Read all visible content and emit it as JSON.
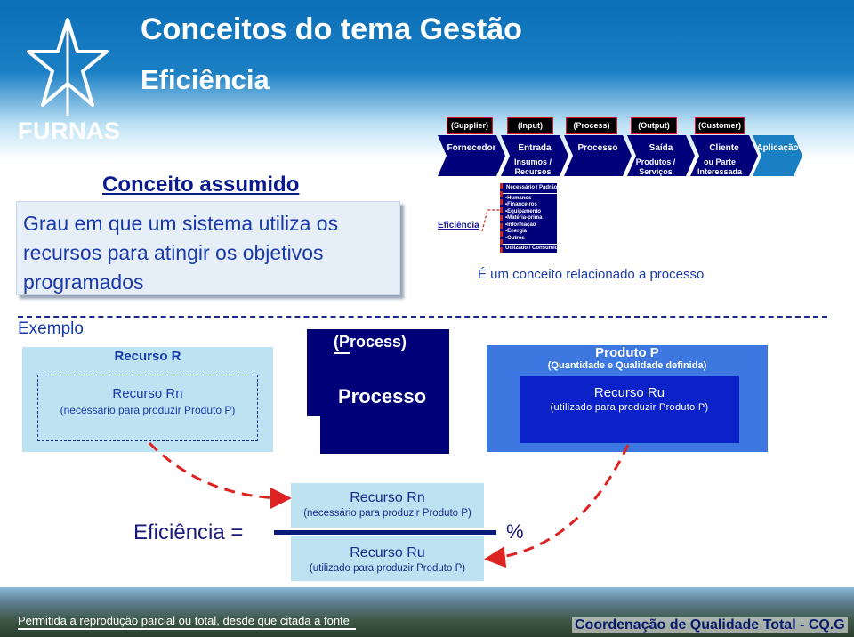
{
  "brand": {
    "logo_text": "FURNAS",
    "logo_icon": "star-icon"
  },
  "title": {
    "line1": "Conceitos do tema Gestão",
    "line2": "Eficiência"
  },
  "concept": {
    "heading": "Conceito assumido",
    "definition_lines": [
      "Grau em que um sistema utiliza os",
      "recursos para atingir os objetivos",
      "programados"
    ]
  },
  "process_flow": {
    "headers": [
      "(Supplier)",
      "(Input)",
      "(Process)",
      "(Output)",
      "(Customer)"
    ],
    "stages": [
      "Fornecedor",
      "Entrada",
      "Processo",
      "Saída",
      "Cliente",
      "Aplicação"
    ],
    "sub_labels": [
      "Insumos / Recursos",
      "Produtos / Serviços",
      "ou Parte Interessada"
    ],
    "efficiency_label": "Eficiência",
    "panel_top": "Necessário / Padrão",
    "panel_items": [
      "•Humanos",
      "•Financeiros",
      "•Equipamento",
      "•Matéria-prima",
      "•Informação",
      "•Energia",
      "•Outros"
    ],
    "panel_bottom": "Utilizado / Consumido",
    "caption": "É um conceito relacionado a processo"
  },
  "example": {
    "label": "Exemplo",
    "resource_r": "Recurso R",
    "resource_rn": {
      "title": "Recurso Rn",
      "subtitle": "(necessário para produzir Produto P)"
    },
    "process_header": "(Process)",
    "process_label": "Processo",
    "product": {
      "title": "Produto P",
      "subtitle": "(Quantidade e Qualidade definida)"
    },
    "resource_ru": {
      "title": "Recurso Ru",
      "subtitle": "(utilizado para produzir Produto P)"
    }
  },
  "formula": {
    "left": "Eficiência =",
    "numerator": {
      "title": "Recurso Rn",
      "subtitle": "(necessário para produzir Produto P)"
    },
    "denominator": {
      "title": "Recurso Ru",
      "subtitle": "(utilizado para produzir Produto P)"
    },
    "unit": "%"
  },
  "footer": {
    "left": "Permitida a reprodução parcial ou total, desde que citada a fonte",
    "right": "Coordenação de Qualidade Total - CQ.G"
  },
  "colors": {
    "header_blue": "#0b6fb8",
    "navy": "#00007a",
    "text_blue": "#1a3aa8",
    "light_cyan": "#bde3f3",
    "product_blue": "#3c78e0",
    "arrow_red": "#dd2222"
  }
}
